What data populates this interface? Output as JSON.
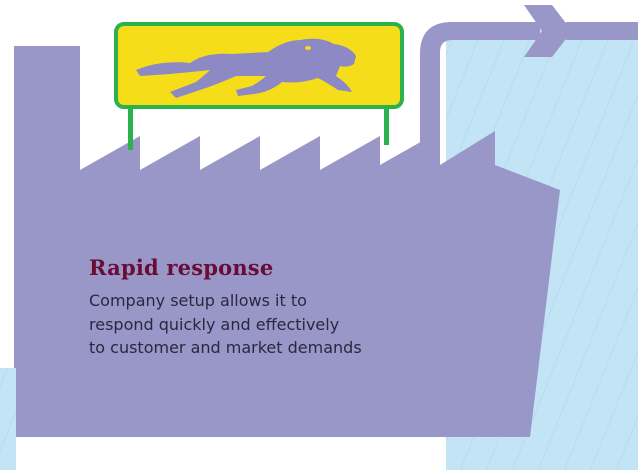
{
  "panel": {
    "title": "Rapid response",
    "description_lines": [
      "Company setup allows it to",
      "respond quickly and effectively",
      "to customer and market demands"
    ]
  },
  "icons": {
    "sign": "leaping-cat-icon",
    "flow": "arrow-right-icon"
  },
  "colors": {
    "factory": "#9996c8",
    "water": "#c2e4f4",
    "hatch": "#a9d3e8",
    "sign_fill": "#f6dd1a",
    "sign_border": "#2bb24c",
    "cat": "#8c89c4",
    "title": "#6a0d36",
    "body_text": "#2b2740"
  }
}
